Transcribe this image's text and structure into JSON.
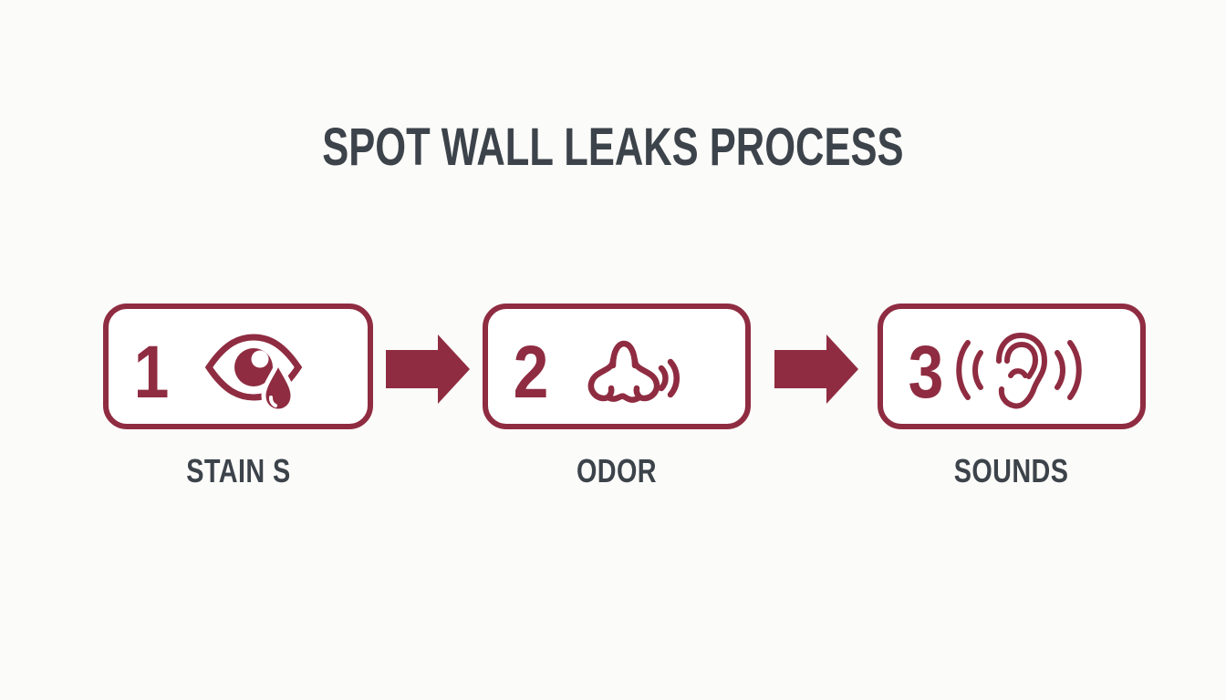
{
  "title": "SPOT WALL LEAKS PROCESS",
  "colors": {
    "accent": "#8F2C41",
    "text": "#3C434A",
    "background": "#FBFBF9",
    "box_fill": "#FFFFFF"
  },
  "steps": [
    {
      "number": "1",
      "label": "STAIN S",
      "icon": "eye-tear-icon"
    },
    {
      "number": "2",
      "label": "ODOR",
      "icon": "nose-smell-icon"
    },
    {
      "number": "3",
      "label": "SOUNDS",
      "icon": "ear-sound-icon"
    }
  ],
  "connectors": [
    {
      "icon": "arrow-right-icon"
    },
    {
      "icon": "arrow-right-icon"
    }
  ]
}
